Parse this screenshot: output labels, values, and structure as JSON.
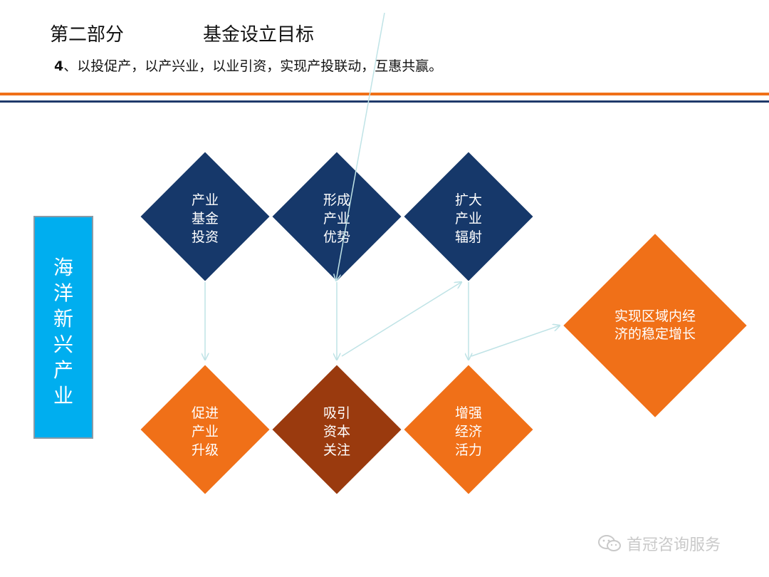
{
  "header": {
    "section": "第二部分",
    "title": "基金设立目标",
    "subtitle_num": "4",
    "subtitle_text": "、以投促产，以产兴业，以业引资，实现产投联动，互惠共赢。"
  },
  "sidebar": {
    "label": "海洋新兴产业"
  },
  "diagram": {
    "top_row": [
      {
        "lines": [
          "产业",
          "基金",
          "投资"
        ],
        "color": "#16386a"
      },
      {
        "lines": [
          "形成",
          "产业",
          "优势"
        ],
        "color": "#16386a"
      },
      {
        "lines": [
          "扩大",
          "产业",
          "辐射"
        ],
        "color": "#16386a"
      }
    ],
    "bottom_row": [
      {
        "lines": [
          "促进",
          "产业",
          "升级"
        ],
        "color": "#f07018"
      },
      {
        "lines": [
          "吸引",
          "资本",
          "关注"
        ],
        "color": "#9a3a0e"
      },
      {
        "lines": [
          "增强",
          "经济",
          "活力"
        ],
        "color": "#f07018"
      }
    ],
    "goal": {
      "lines": [
        "实现区域内经",
        "济的稳定增长"
      ],
      "color": "#f07018"
    },
    "arrow_color": "#bfe3e6"
  },
  "watermark": {
    "text": "首冠咨询服务",
    "icon": "wechat-icon"
  }
}
